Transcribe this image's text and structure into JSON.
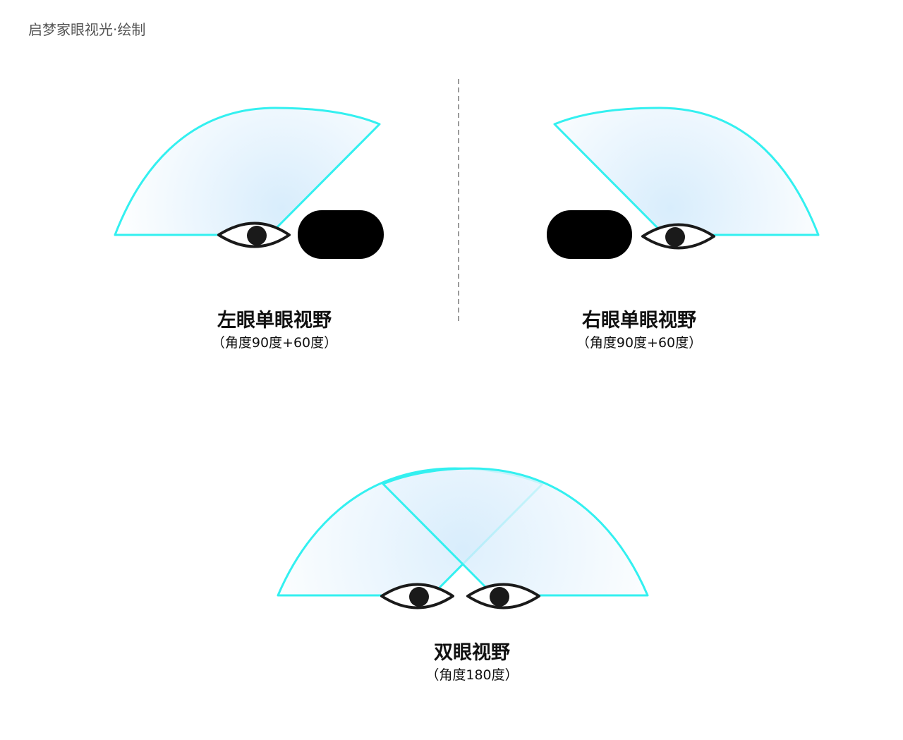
{
  "credit": "启梦家眼视光·绘制",
  "panels": {
    "left": {
      "title": "左眼单眼视野",
      "subtitle": "（角度90度+60度）"
    },
    "right": {
      "title": "右眼单眼视野",
      "subtitle": "（角度90度+60度）"
    },
    "both": {
      "title": "双眼视野",
      "subtitle": "（角度180度）"
    }
  },
  "colors": {
    "field_stroke": "#33f0f0",
    "field_fill_center": "#d6ecfc",
    "field_fill_edge": "#ffffff",
    "eye_stroke": "#1a1a1a",
    "nose": "#000000",
    "divider": "#9a9a9a",
    "text": "#111111",
    "credit_text": "#555555"
  },
  "icons": [
    "eye-icon",
    "nose-shape"
  ]
}
